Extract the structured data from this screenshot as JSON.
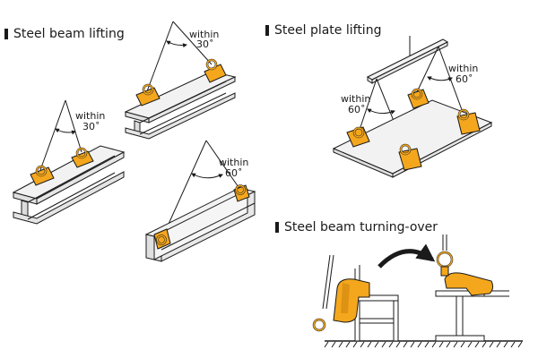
{
  "sections": [
    {
      "id": "beam",
      "title": "Steel beam lifting"
    },
    {
      "id": "plate",
      "title": "Steel plate lifting"
    },
    {
      "id": "turn",
      "title": "Steel beam turning-over"
    }
  ],
  "angle_notes": [
    {
      "word": "within",
      "value": "30˚"
    },
    {
      "word": "within",
      "value": "30˚"
    },
    {
      "word": "within",
      "value": "60˚"
    },
    {
      "word": "within",
      "value": "60˚"
    },
    {
      "word": "within",
      "value": "60˚"
    }
  ],
  "colors": {
    "clamp": "#f4a71d",
    "clamp_dark": "#c77d0a",
    "steel": "#ebebeb",
    "outline": "#1a1a1a"
  }
}
